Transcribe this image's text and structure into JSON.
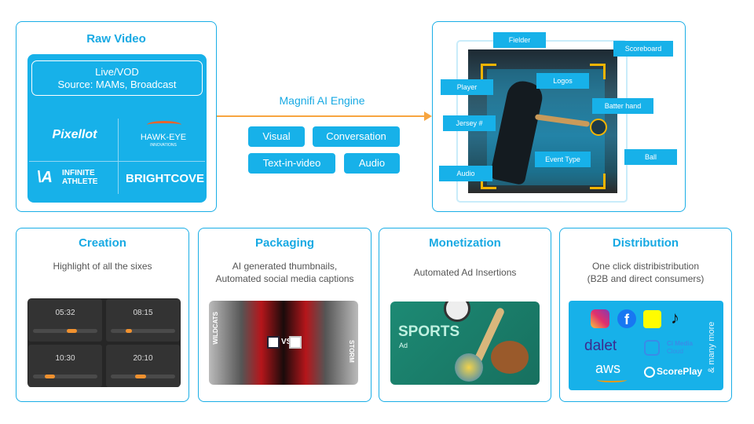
{
  "raw_video": {
    "title": "Raw Video",
    "source_line1": "Live/VOD",
    "source_line2": "Source: MAMs, Broadcast",
    "logos": {
      "pixellot": "Pixellot",
      "hawkeye": "HAWK-EYE",
      "hawkeye_sub": "INNOVATIONS",
      "infinite1": "INFINITE",
      "infinite2": "ATHLETE",
      "brightcove": "BRIGHTCOVE"
    }
  },
  "engine": {
    "title": "Magnifi AI Engine",
    "tags": [
      "Visual",
      "Conversation",
      "Text-in-video",
      "Audio"
    ]
  },
  "detection": {
    "labels": {
      "fielder": "Fielder",
      "scoreboard": "Scoreboard",
      "player": "Player",
      "logos": "Logos",
      "batter_hand": "Batter hand",
      "jersey": "Jersey #",
      "event_type": "Event Type",
      "ball": "Ball",
      "audio": "Audio"
    }
  },
  "creation": {
    "title": "Creation",
    "desc": "Highlight of all the sixes",
    "clips": [
      {
        "time": "05:32",
        "pos": 0.6
      },
      {
        "time": "08:15",
        "pos": 0.3
      },
      {
        "time": "10:30",
        "pos": 0.25
      },
      {
        "time": "20:10",
        "pos": 0.45
      }
    ]
  },
  "packaging": {
    "title": "Packaging",
    "desc1": "AI generated thumbnails,",
    "desc2": "Automated social media captions",
    "left_team": "WILDCATS",
    "vs": "VS",
    "right_team": "STORM"
  },
  "monetization": {
    "title": "Monetization",
    "desc": "Automated Ad Insertions",
    "ad_title": "SPORTS",
    "ad_sub": "Ad"
  },
  "distribution": {
    "title": "Distribution",
    "desc1": "One click distribistribution",
    "desc2": "(B2B and direct consumers)",
    "partners": {
      "dalet": "dalet",
      "ci1": "Ci Media",
      "ci2": "Cloud",
      "aws": "aws",
      "scoreplay": "ScorePlay"
    },
    "more": "& many more"
  }
}
